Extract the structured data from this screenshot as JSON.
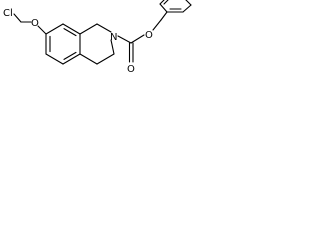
{
  "molecule": {
    "atoms": {
      "cl": "Cl",
      "o_ether": "O",
      "n_ring": "N",
      "o_carbonyl": "O",
      "o_ester": "O"
    },
    "colors": {
      "bond": "#000000",
      "label": "#000000",
      "background": "#ffffff"
    }
  }
}
